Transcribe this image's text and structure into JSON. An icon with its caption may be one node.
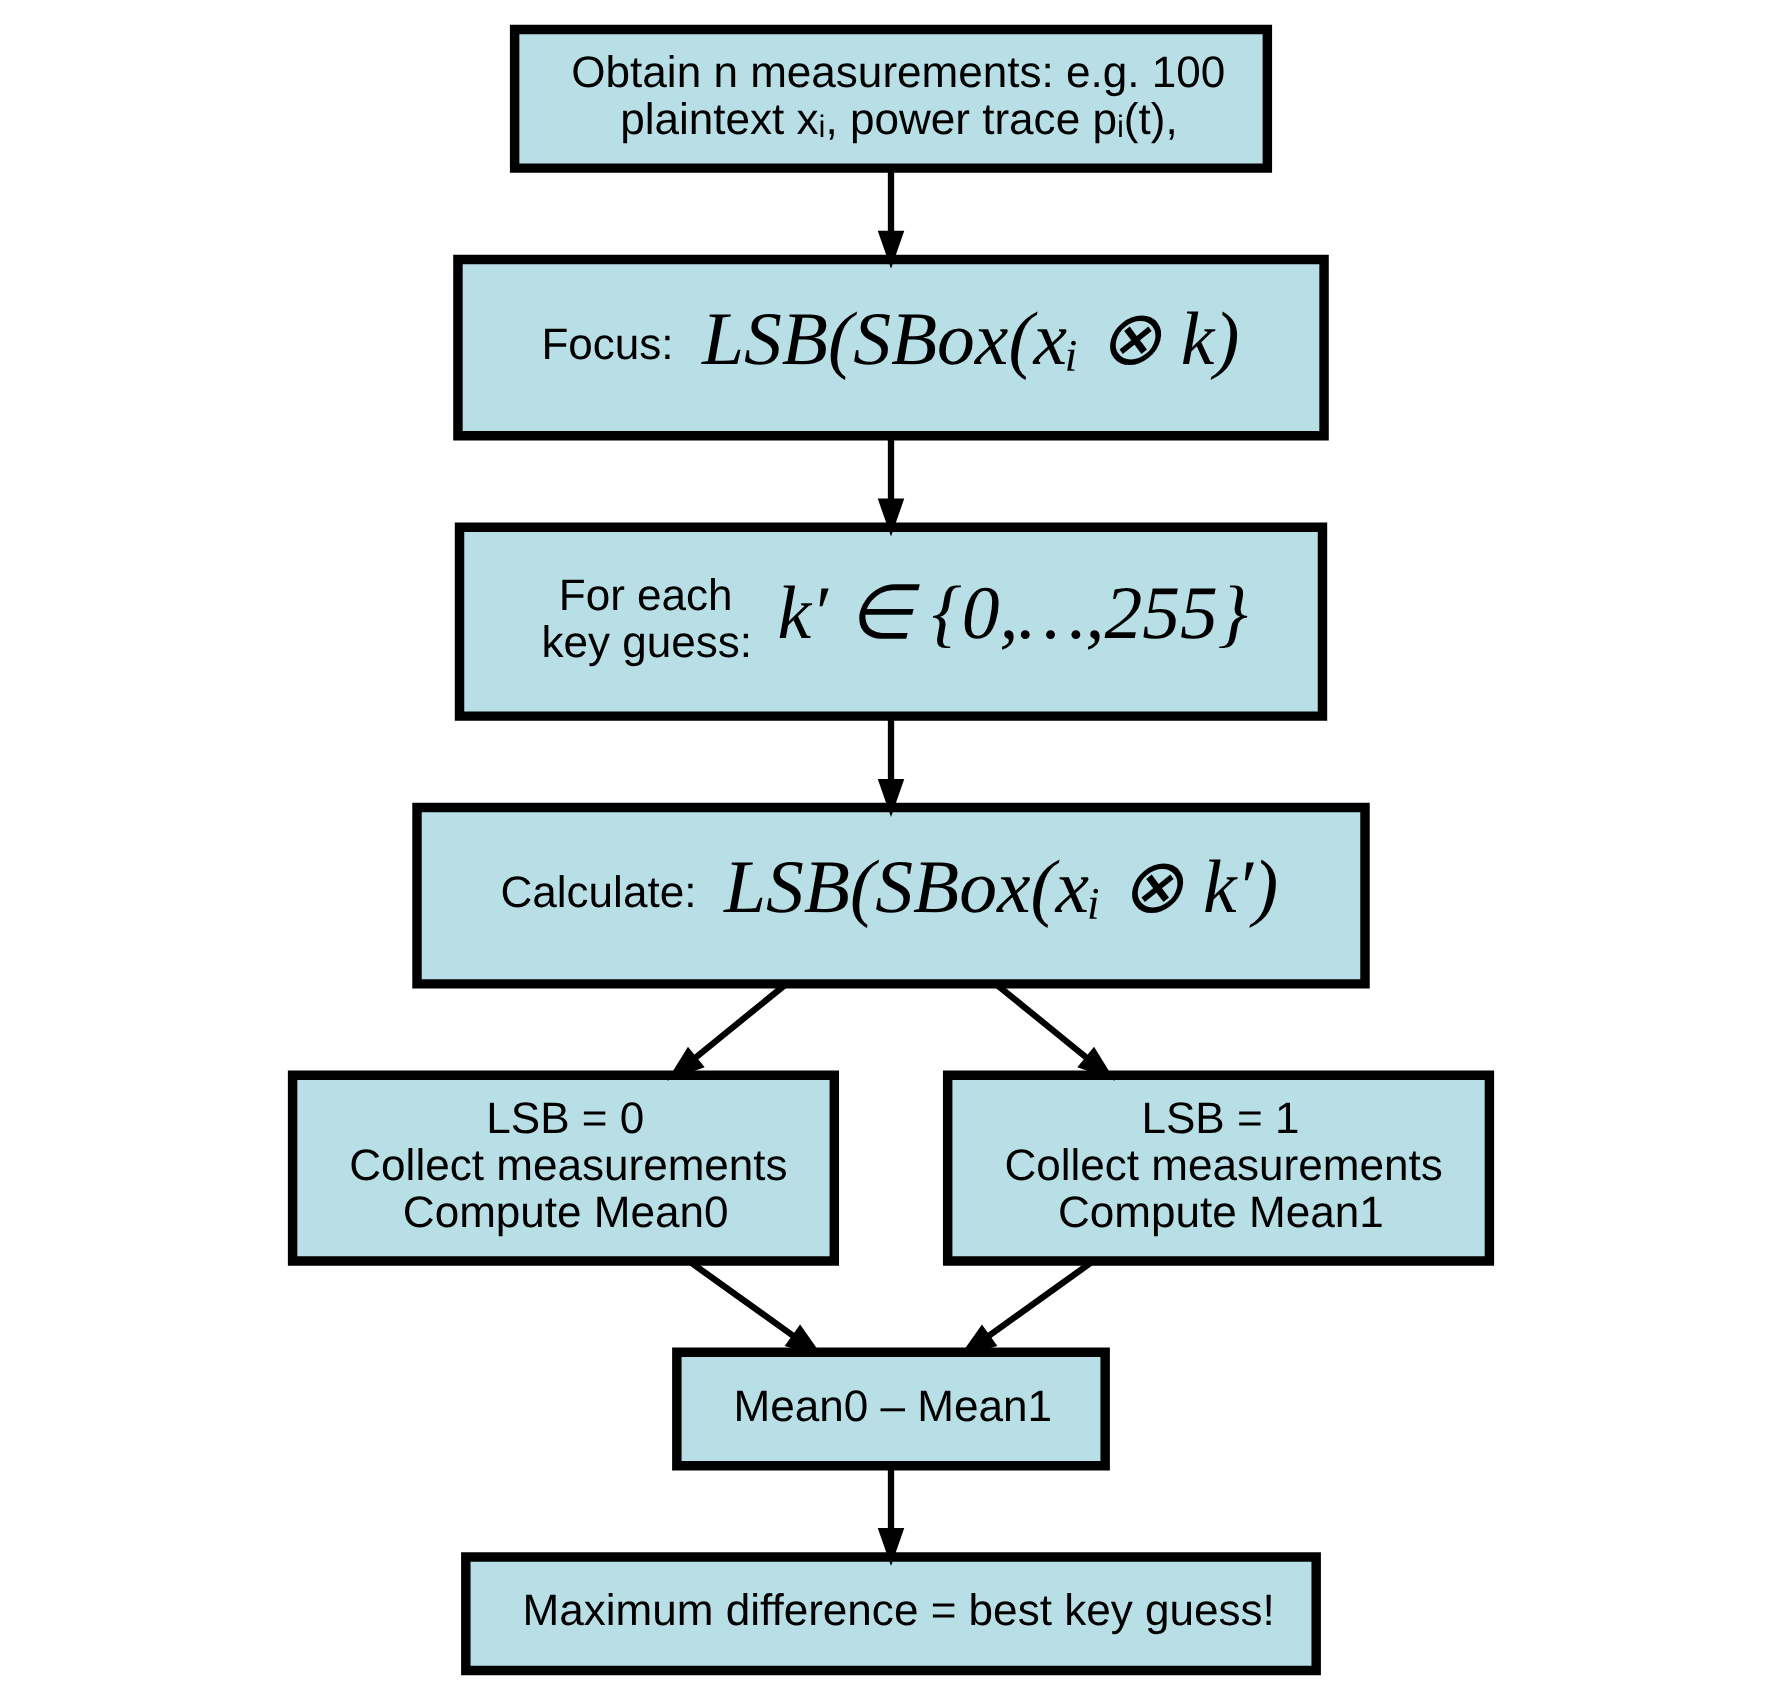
{
  "diagram": {
    "nodes": [
      {
        "text": [
          "Obtain n measurements: e.g. 100 plaintext xᵢ, power trace pᵢ(t),"
        ]
      },
      {
        "text": [
          "Focus:",
          "LSB(SBox(xᵢ ⊗ k)"
        ]
      },
      {
        "text": [
          "For each key guess:",
          "k′ ∈ {0,…,255}"
        ]
      },
      {
        "text": [
          "Calculate:",
          "LSB(SBox(xᵢ ⊗ k′)"
        ]
      },
      {
        "text": [
          "LSB = 0",
          "Collect measurements",
          "Compute Mean0"
        ]
      },
      {
        "text": [
          "LSB = 1",
          "Collect measurements",
          "Compute Mean1"
        ]
      },
      {
        "text": [
          "Mean0 – Mean1"
        ]
      },
      {
        "text": [
          "Maximum difference = best key guess!"
        ]
      }
    ],
    "edges": [
      {
        "from": 0,
        "to": 1,
        "arrow": "to"
      },
      {
        "from": 1,
        "to": 2,
        "arrow": "to"
      },
      {
        "from": 2,
        "to": 3,
        "arrow": "to"
      },
      {
        "from": 3,
        "to": 4,
        "arrow": "to"
      },
      {
        "from": 3,
        "to": 5,
        "arrow": "to"
      },
      {
        "from": 4,
        "to": 6,
        "arrow": "to"
      },
      {
        "from": 5,
        "to": 6,
        "arrow": "to"
      },
      {
        "from": 6,
        "to": 7,
        "arrow": "to"
      }
    ]
  }
}
